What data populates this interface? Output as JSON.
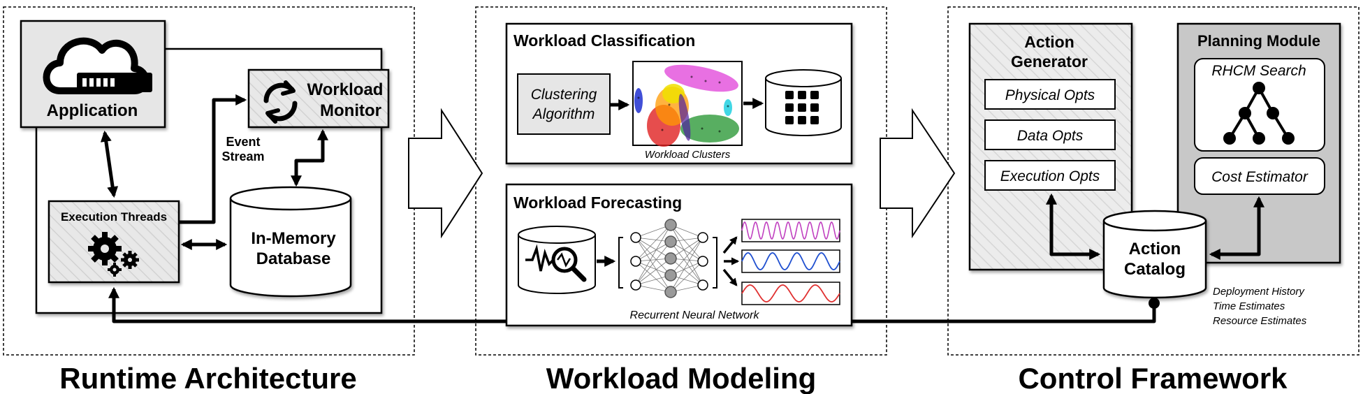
{
  "sections": {
    "runtime": "Runtime Architecture",
    "modeling": "Workload Modeling",
    "control": "Control Framework"
  },
  "runtime": {
    "application": "Application",
    "monitor_line1": "Workload",
    "monitor_line2": "Monitor",
    "event_line1": "Event",
    "event_line2": "Stream",
    "threads": "Execution Threads",
    "db_line1": "In-Memory",
    "db_line2": "Database"
  },
  "modeling": {
    "classification_title": "Workload Classification",
    "clustering_line1": "Clustering",
    "clustering_line2": "Algorithm",
    "clusters_caption": "Workload Clusters",
    "forecasting_title": "Workload Forecasting",
    "rnn_caption": "Recurrent Neural Network"
  },
  "control": {
    "generator_line1": "Action",
    "generator_line2": "Generator",
    "opts": [
      "Physical Opts",
      "Data Opts",
      "Execution Opts"
    ],
    "planning_title": "Planning Module",
    "rhcm": "RHCM Search",
    "cost": "Cost Estimator",
    "catalog_line1": "Action",
    "catalog_line2": "Catalog",
    "notes": [
      "Deployment History",
      "Time Estimates",
      "Resource Estimates"
    ]
  },
  "colors": {
    "panel_gray": "#e6e6e6",
    "planning_gray": "#c8c8c8",
    "cluster_magenta": "#e040d8",
    "cluster_green": "#2e9a3a",
    "cluster_red": "#e02020",
    "cluster_orange": "#ff9a00",
    "cluster_yellow": "#f0e000",
    "cluster_blue": "#2030d0",
    "cluster_cyan": "#20d0e0",
    "wave_magenta": "#c040c0",
    "wave_blue": "#2050d0",
    "wave_red": "#e03030"
  },
  "icons": [
    "cloud-server-icon",
    "refresh-icon",
    "gears-icon",
    "database-grid-icon",
    "waveform-search-icon",
    "tree-icon"
  ]
}
